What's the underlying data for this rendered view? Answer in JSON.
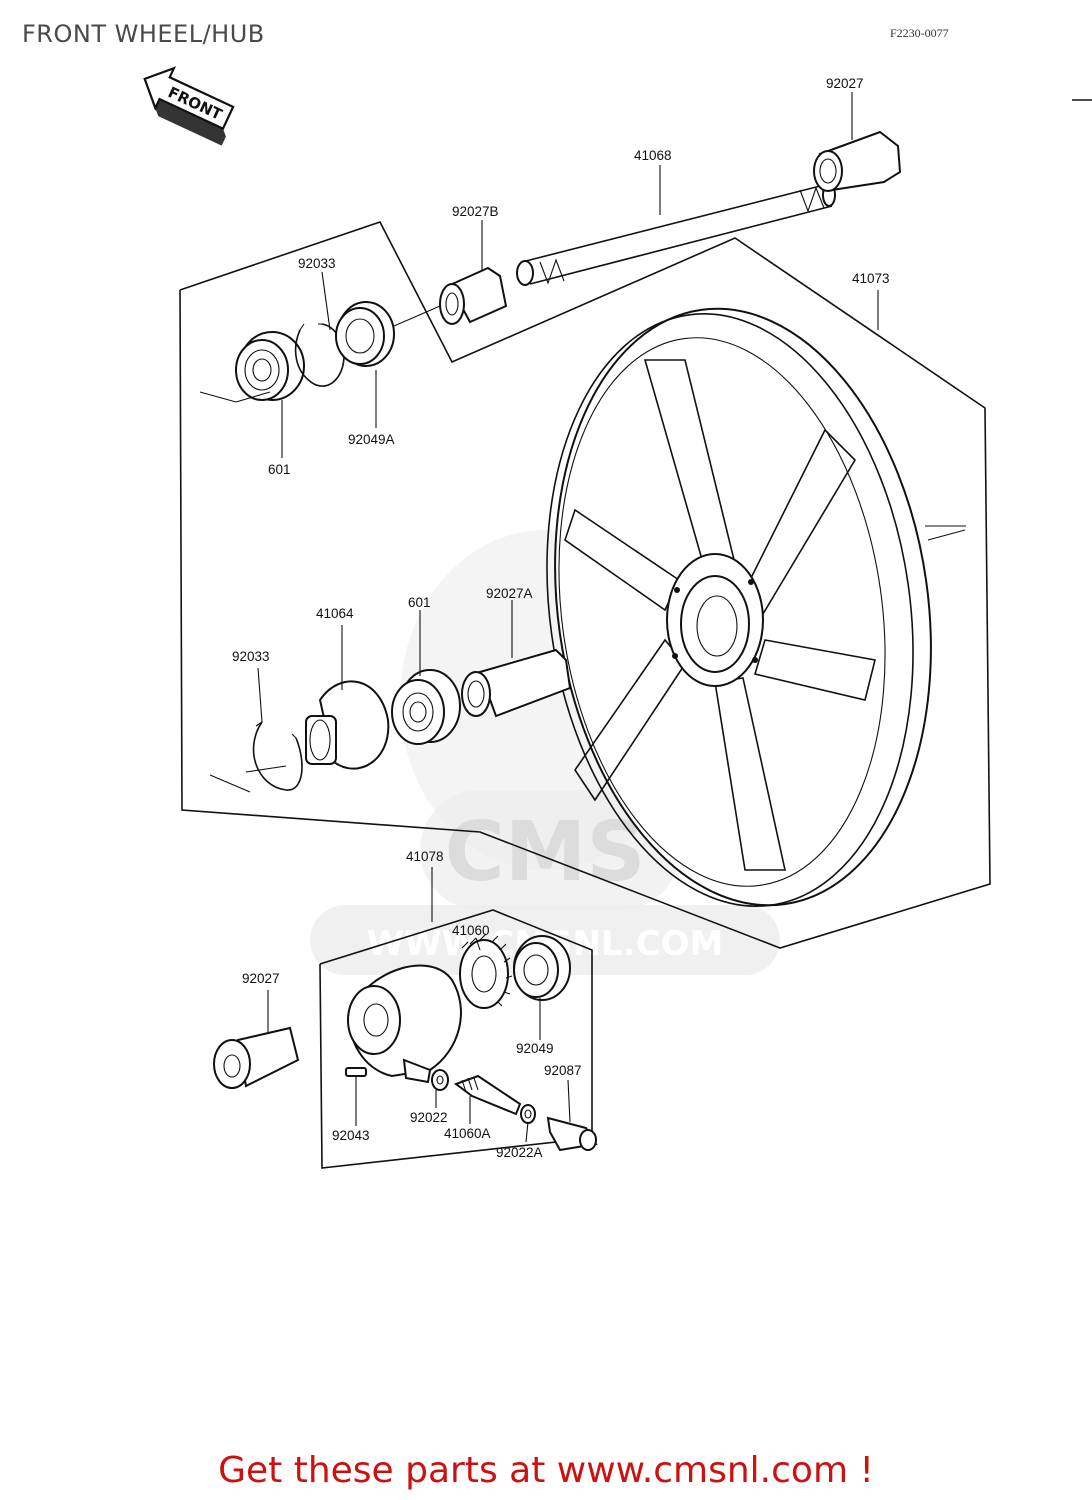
{
  "title": "FRONT WHEEL/HUB",
  "diagram_code": "F2230-0077",
  "front_arrow_label": "FRONT",
  "watermark": {
    "brand": "CMS",
    "url": "WWW.CMSNL.COM"
  },
  "callouts": {
    "c92027_top": "92027",
    "c41068": "41068",
    "c92027B": "92027B",
    "c92033_top": "92033",
    "c41073": "41073",
    "c92049A": "92049A",
    "c601_top": "601",
    "c41064": "41064",
    "c601_mid": "601",
    "c92027A": "92027A",
    "c92033_mid": "92033",
    "c41078": "41078",
    "c41060": "41060",
    "c92027_bottom": "92027",
    "c92049": "92049",
    "c92087": "92087",
    "c92022": "92022",
    "c92043": "92043",
    "c41060A": "41060A",
    "c92022A": "92022A"
  },
  "promo": {
    "text": "Get these parts at www.cmsnl.com !"
  }
}
